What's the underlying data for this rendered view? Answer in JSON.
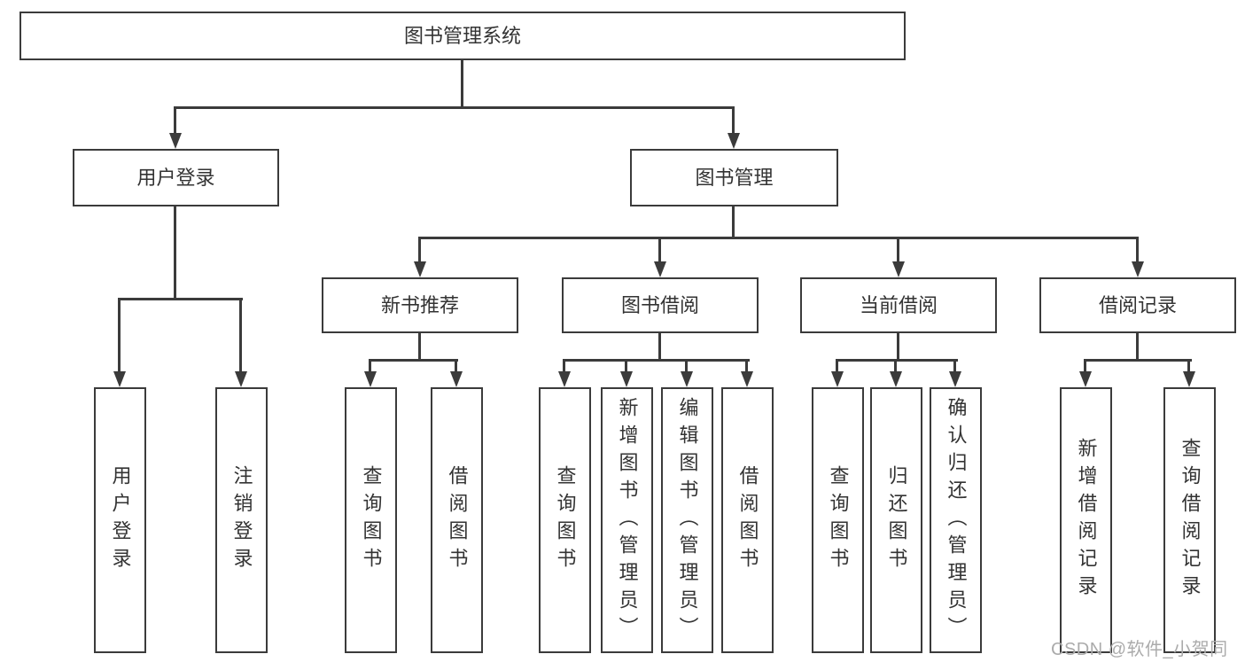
{
  "colors": {
    "line": "#3b3b3b",
    "box_border": "#3b3b3b",
    "text": "#333333",
    "background": "#ffffff",
    "watermark": "#ababab"
  },
  "watermark": {
    "text": "CSDN @软件_小贺同学"
  },
  "tree": {
    "label": "图书管理系统",
    "children": [
      {
        "label": "用户登录",
        "children": [
          {
            "label": "用户登录"
          },
          {
            "label": "注销登录"
          }
        ]
      },
      {
        "label": "图书管理",
        "children": [
          {
            "label": "新书推荐",
            "children": [
              {
                "label": "查询图书"
              },
              {
                "label": "借阅图书"
              }
            ]
          },
          {
            "label": "图书借阅",
            "children": [
              {
                "label": "查询图书"
              },
              {
                "label": "新增图书（管理员）"
              },
              {
                "label": "编辑图书（管理员）"
              },
              {
                "label": "借阅图书"
              }
            ]
          },
          {
            "label": "当前借阅",
            "children": [
              {
                "label": "查询图书"
              },
              {
                "label": "归还图书"
              },
              {
                "label": "确认归还（管理员）"
              }
            ]
          },
          {
            "label": "借阅记录",
            "children": [
              {
                "label": "新增借阅记录"
              },
              {
                "label": "查询借阅记录"
              }
            ]
          }
        ]
      }
    ]
  }
}
